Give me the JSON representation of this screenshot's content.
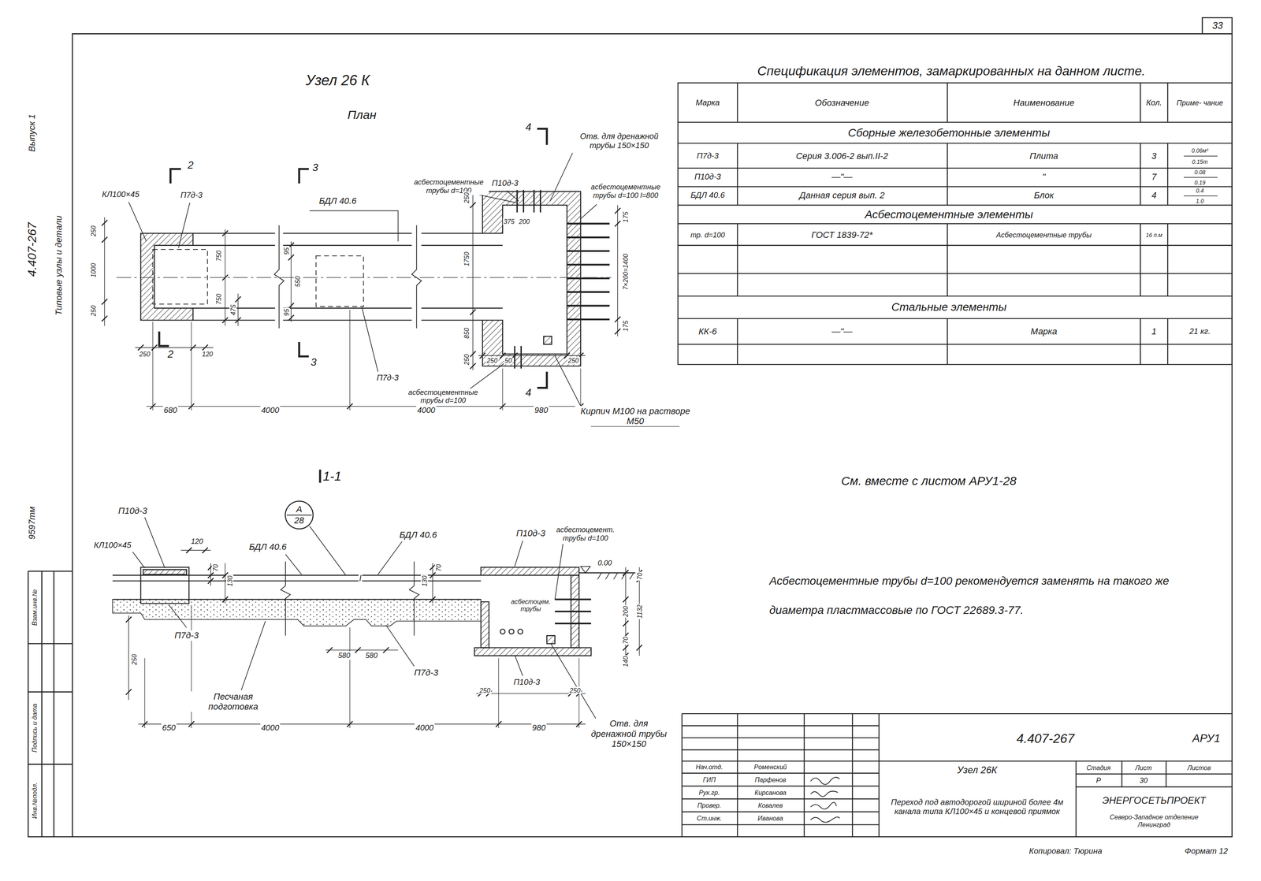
{
  "diagram": {
    "title": "Узел 26 К",
    "nodes": [
      {
        "text": [
          "А",
          "28"
        ]
      }
    ],
    "labels": [
      "33",
      "4.407-267",
      "Выпуск 1",
      "Типовые узлы и детали",
      "9597тм",
      "Взам.инв.№",
      "Подпись и дата",
      "Инв.№подл.",
      "План",
      "2",
      "2",
      "3",
      "3",
      "4",
      "4",
      "Отв. для дренажной трубы 150×150",
      "П10д-3",
      "асбестоцементные трубы d=100",
      "асбестоцементные трубы d=100 l=800",
      "КЛ100×45",
      "П7д-3",
      "БДЛ 40.6",
      "250",
      "1000",
      "250",
      "750",
      "750",
      "475",
      "95",
      "550",
      "95",
      "250",
      "375",
      "200",
      "1750",
      "850",
      "250",
      "175",
      "7×200=1400",
      "175",
      "250",
      "120",
      "П7д-3",
      "250",
      "50",
      "250",
      "асбестоцементные трубы d=100",
      "Кирпич М100 на растворе М50",
      "680",
      "4000",
      "4000",
      "980",
      "1-1",
      "П10д-3",
      "КЛ100×45",
      "120",
      "БДЛ 40.6",
      "БДЛ 40.6",
      "П10д-3",
      "асбестоцемент. трубы d=100",
      "70",
      "130",
      "l",
      "130",
      "70",
      "0.00",
      "70",
      "асбестоцем. трубы",
      "200",
      "1132",
      "70",
      "140",
      "П7д-3",
      "580",
      "580",
      "П7д-3",
      "250",
      "250",
      "П10д-3",
      "250",
      "Песчаная подготовка",
      "650",
      "4000",
      "4000",
      "980",
      "Отв. для дренажной трубы 150×150",
      "Спецификация элементов, замаркированных на данном листе.",
      "Марка",
      "Обозначение",
      "Наименование",
      "Кол.",
      "Приме- чание",
      "Сборные железобетонные элементы",
      "П7д-3",
      "Серия 3.006-2 вып.II-2",
      "Плита",
      "3",
      "0.06м³",
      "0.15т",
      "П10д-3",
      "—\"—",
      "\"",
      "7",
      "0.08",
      "0.19",
      "БДЛ 40.6",
      "Данная серия вып. 2",
      "Блок",
      "4",
      "0.4",
      "1.0",
      "Асбестоцементные элементы",
      "тр. d=100",
      "ГОСТ 1839-72*",
      "Асбестоцементные трубы",
      "16 п.м",
      "Стальные элементы",
      "КК-6",
      "—\"—",
      "Марка",
      "1",
      "21 кг.",
      "См. вместе с листом АРУ1-28",
      "Асбестоцементные трубы d=100 рекомендуется заменять на такого же диаметра пластмассовые по ГОСТ 22689.3-77.",
      "4.407-267",
      "АРУ1",
      "Нач.отд.",
      "Роменский",
      "ГИП",
      "Парфенов",
      "Рук.гр.",
      "Кирсанова",
      "Провер.",
      "Ковалев",
      "Ст.инж.",
      "Иванова",
      "Узел 26К",
      "Переход под автодорогой шириной более 4м канала типа КЛ100×45 и концевой приямок",
      "Стадия",
      "Лист",
      "Листов",
      "Р",
      "30",
      "ЭНЕРГОСЕТЬПРОЕКТ",
      "Северо-Западное отделение Ленинград",
      "Копировал: Тюрина",
      "Формат 12"
    ]
  }
}
